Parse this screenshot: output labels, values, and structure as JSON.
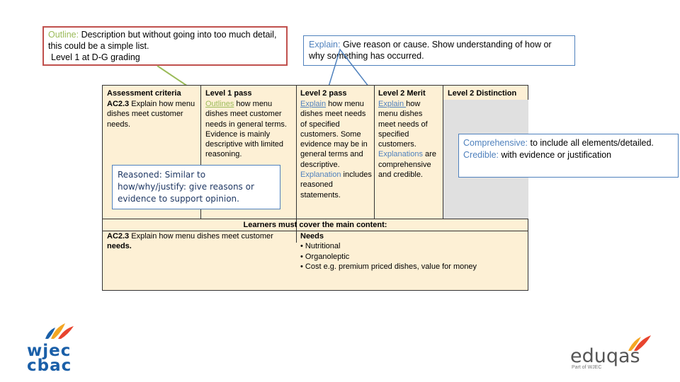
{
  "callouts": {
    "outline": {
      "keyword": "Outline:",
      "text": " Description but without going into too much detail, this could be a simple list.",
      "level_note": "Level 1 at D-G grading"
    },
    "explain": {
      "keyword": "Explain:",
      "text": " Give reason or cause. Show understanding of how or why something has occurred."
    },
    "comprehensive": {
      "comp_keyword": "Comprehensive:",
      "comp_text": " to include all elements/detailed.",
      "cred_keyword": "Credible:",
      "cred_text": "  with evidence or justification"
    },
    "reasoned": {
      "text": "Reasoned: Similar to how/why/justify: give reasons or evidence to support opinion."
    }
  },
  "table": {
    "headers": {
      "criteria": "Assessment criteria",
      "level1": "Level 1 pass",
      "level2pass": "Level 2 pass",
      "level2merit": "Level 2 Merit",
      "level2dist": "Level 2 Distinction"
    },
    "criteria": {
      "code": "AC2.3",
      "text": " Explain how menu dishes meet customer needs."
    },
    "level1": {
      "keyword": "Outlines",
      "text": " how menu dishes meet customer needs in general terms. Evidence is mainly descriptive with limited reasoning."
    },
    "level2pass": {
      "keyword": "Explain",
      "text": " how menu dishes meet needs of specified customers. Some evidence may be in general terms and descriptive.",
      "note": "Explanation",
      "text2": " includes reasoned statements."
    },
    "level2merit": {
      "keyword": "Explain ",
      "text": "how menu dishes meet needs of specified customers.",
      "note": "Explanations",
      "text2": " are comprehensive and credible."
    },
    "content": {
      "heading": "Learners must cover the main content:",
      "criteria_code": "AC2.3",
      "criteria_text": " Explain how menu dishes meet customer",
      "criteria_bold": "needs.",
      "needs_heading": "Needs",
      "needs": [
        "Nutritional",
        "Organoleptic",
        "Cost e.g. premium priced dishes, value for money"
      ]
    }
  },
  "logos": {
    "wjec": "wjec",
    "cbac": "cbac",
    "eduqas": "eduqas",
    "eduqas_tag": "Part of WJEC"
  },
  "colors": {
    "outline_border": "#c0504d",
    "callout_border": "#4f81bd",
    "keyword_green": "#9bbb59",
    "keyword_blue": "#4f81bd",
    "table_bg": "#fdf0d5",
    "wjec_blue": "#1a5fa8"
  }
}
